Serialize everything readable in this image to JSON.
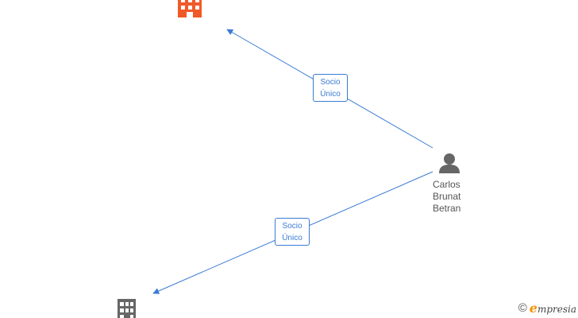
{
  "colors": {
    "edge": "#3a7bd5",
    "company_highlight": "#f05a28",
    "company": "#666666",
    "person": "#666666",
    "brand_accent": "#f39200"
  },
  "nodes": {
    "company_top": {
      "icon": "building-icon",
      "label": ""
    },
    "company_bottom": {
      "icon": "building-icon",
      "label": ""
    },
    "person": {
      "icon": "person-icon",
      "name_lines": [
        "Carlos",
        "Brunat",
        "Betran"
      ]
    }
  },
  "edges": [
    {
      "label_lines": [
        "Socio",
        "Único"
      ]
    },
    {
      "label_lines": [
        "Socio",
        "Único"
      ]
    }
  ],
  "watermark": {
    "copyright": "©",
    "brand_first": "e",
    "brand_rest": "mpresia"
  }
}
